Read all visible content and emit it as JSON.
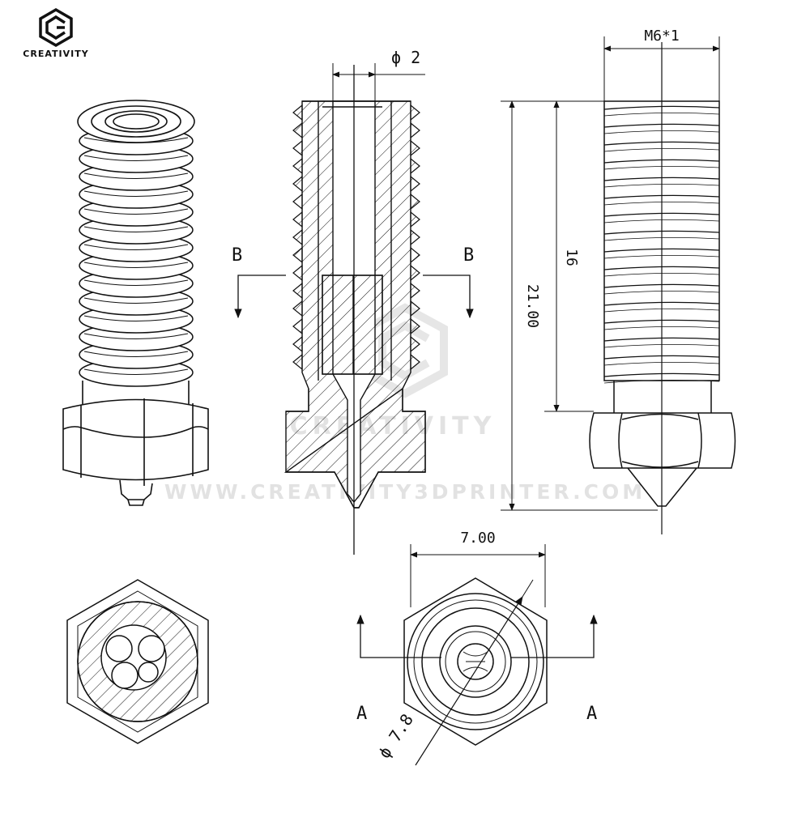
{
  "brand": {
    "name": "CREATIVITY"
  },
  "watermark": {
    "brand": "CREATIVITY",
    "url": "WWW.CREATIVITY3DPRINTER.COM"
  },
  "dimensions": {
    "bore": "ϕ 2",
    "thread": "M6*1",
    "total_length": "21.00",
    "thread_length": "16",
    "hex_width": "7.00",
    "outer_diameter": "ϕ 7.8"
  },
  "section_markers": {
    "b_left": "B",
    "b_right": "B",
    "a_left": "A",
    "a_right": "A"
  },
  "colors": {
    "line": "#111111",
    "watermark": "#e2e2e2",
    "background": "#ffffff"
  }
}
